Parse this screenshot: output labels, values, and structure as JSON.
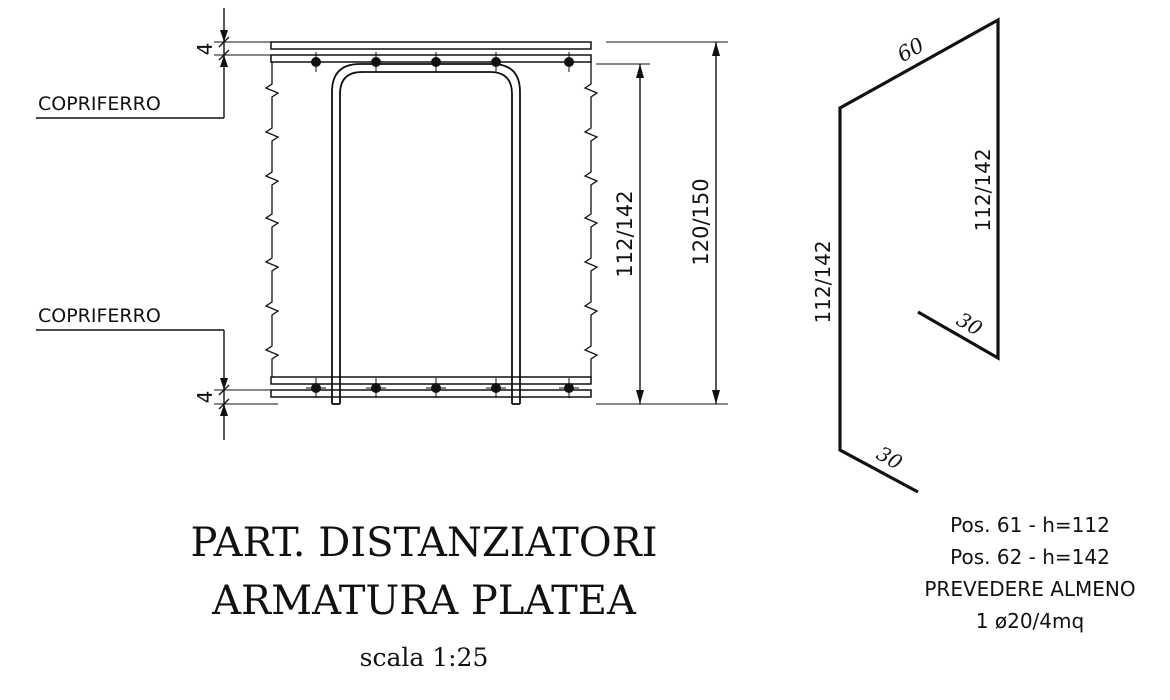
{
  "section_detail": {
    "dimension_top": "4",
    "dimension_bottom": "4",
    "label_cover_top": "COPRIFERRO",
    "label_cover_bottom": "COPRIFERRO",
    "dimension_inner_height": "112/142",
    "dimension_total_height": "120/150"
  },
  "bar_shape": {
    "segment_top": "60",
    "segment_left": "112/142",
    "segment_right": "112/142",
    "segment_hook_right": "30",
    "segment_hook_left": "30"
  },
  "title": {
    "line1": "PART. DISTANZIATORI",
    "line2": "ARMATURA PLATEA",
    "scale": "scala 1:25"
  },
  "notes": {
    "line1": "Pos. 61 - h=112",
    "line2": "Pos. 62 - h=142",
    "line3": "PREVEDERE ALMENO",
    "line4": "1 ø20/4mq"
  }
}
